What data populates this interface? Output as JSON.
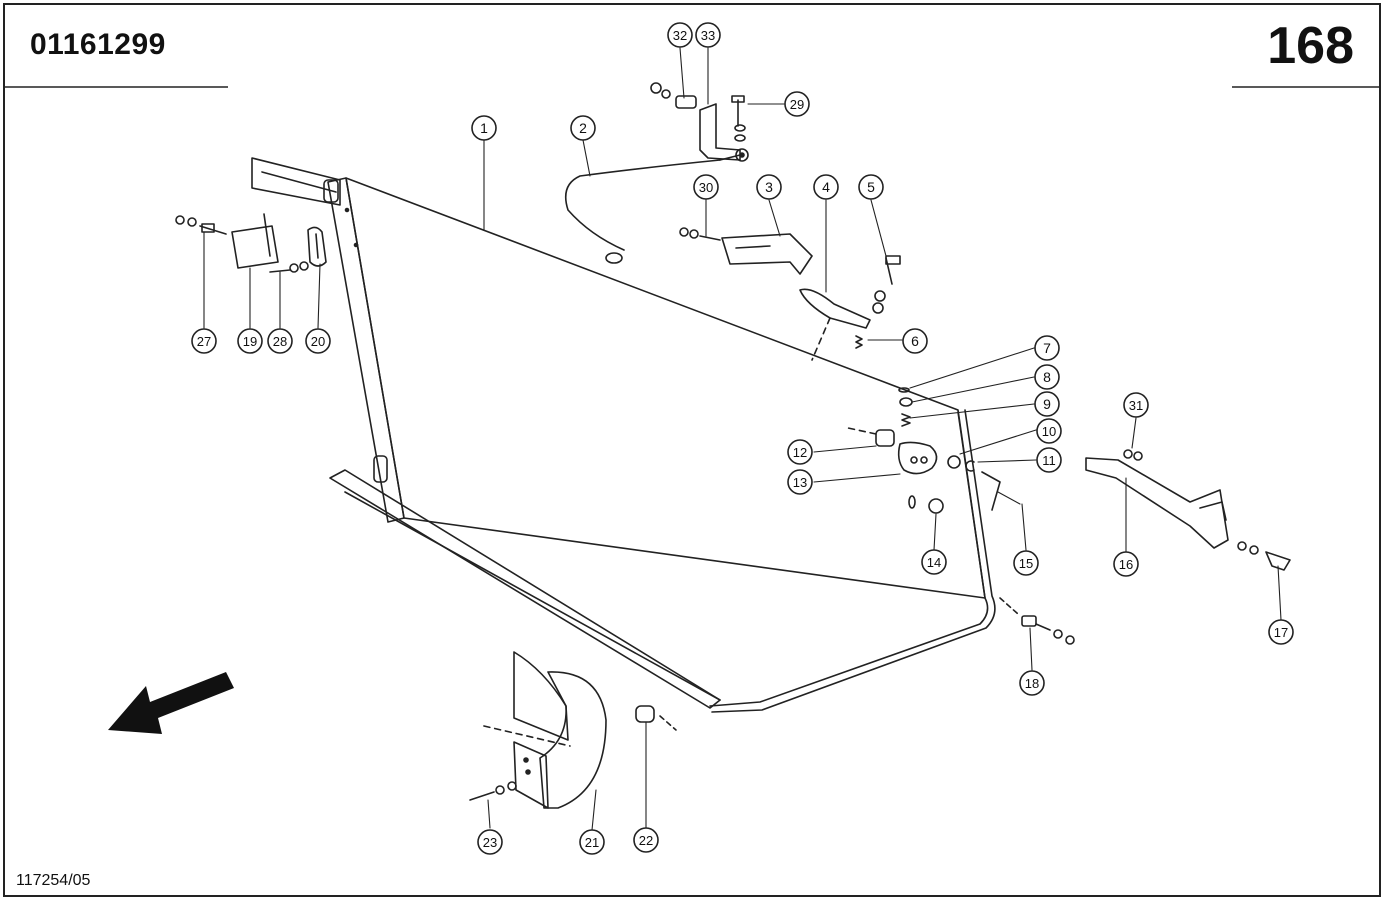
{
  "header": {
    "document_number": "01161299",
    "page_number": "168"
  },
  "footer": {
    "reference_code": "117254/05"
  },
  "callouts": [
    "1",
    "2",
    "3",
    "4",
    "5",
    "6",
    "7",
    "8",
    "9",
    "10",
    "11",
    "12",
    "13",
    "14",
    "15",
    "16",
    "17",
    "18",
    "19",
    "20",
    "21",
    "22",
    "23",
    "27",
    "28",
    "29",
    "30",
    "31",
    "32",
    "33"
  ],
  "icons": {
    "direction_arrow": "direction-arrow-icon"
  }
}
